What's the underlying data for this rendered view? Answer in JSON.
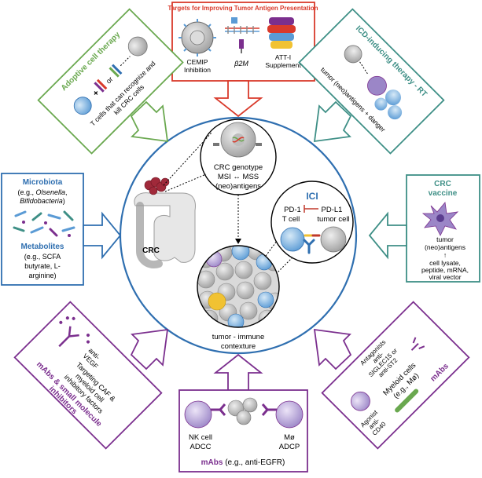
{
  "colors": {
    "red": "#d93a2b",
    "green": "#6aa84f",
    "teal": "#3e8f86",
    "blue": "#2f6fb0",
    "purple": "#7b2f8e",
    "navy": "#1f3f73",
    "ring": "#2f6fb0",
    "tumor": "#a9a9a9",
    "ici_red": "#c0392b"
  },
  "top_box": {
    "title": "Targets for Improving Tumor Antigen Presentation",
    "cemip": "CEMIP",
    "cemip2": "Inhibition",
    "b2m": "β2M",
    "att1": "ATT-I",
    "att2": "Supplement"
  },
  "adoptive": {
    "title": "Adoptive cell therapy",
    "line1": "T cells that can recognize and",
    "line2": "kill CRC cells",
    "plus": "+",
    "or": "or"
  },
  "icd": {
    "title": "ICD-inducing therapy - RT",
    "line1": "tumor (neo)antigens + danger"
  },
  "microbiota": {
    "title": "Microbiota",
    "eg1": "(e.g., ",
    "olsenella": "Olsenella",
    "comma": ",",
    "bifido": "Bifidobacteria",
    "close": ")",
    "metabolites": "Metabolites",
    "m1": "(e.g., SCFA",
    "m2": "butyrate, L-",
    "m3": "arginine)"
  },
  "vaccine": {
    "title1": "CRC",
    "title2": "vaccine",
    "l1": "tumor",
    "l2": "(neo)antigens",
    "arrow": "↑",
    "l3": "cell lysate,",
    "l4": "peptide, mRNA,",
    "l5": "viral vector"
  },
  "mabs_small": {
    "title1": "mAbs & small molecule",
    "title2": "inhibitors",
    "anti1": "anti-",
    "anti2": "VEGF",
    "t1": "Targeting CAF &",
    "t2": "myeloid cell",
    "t3": "inhibitory factors"
  },
  "bottom_box": {
    "nk": "NK cell",
    "adcc": "ADCC",
    "mo": "Mø",
    "adcp": "ADCP",
    "mabs": "mAbs",
    "eg": "(e.g., anti-EGFR)"
  },
  "mabs_right": {
    "ant1": "Antagonists",
    "ant2": "anti-",
    "ant3": "SIGLEC15 or",
    "ant4": "anti-ST2",
    "ag1": "Agonist",
    "ag2": "anti-",
    "ag3": "CD40",
    "my1": "Myeloid cells",
    "my2": "(e.g., Mø)",
    "mabs": "mAbs"
  },
  "center": {
    "crc": "CRC",
    "genotype": "CRC genotype",
    "msi": "MSI ↔ MSS",
    "neo": "(neo)antigens",
    "ici": "ICI",
    "pd1": "PD-1",
    "pdl1": "PD-L1",
    "tcell": "T cell",
    "tumorcell": "tumor cell",
    "ctx1": "tumor - immune",
    "ctx2": "contexture"
  }
}
